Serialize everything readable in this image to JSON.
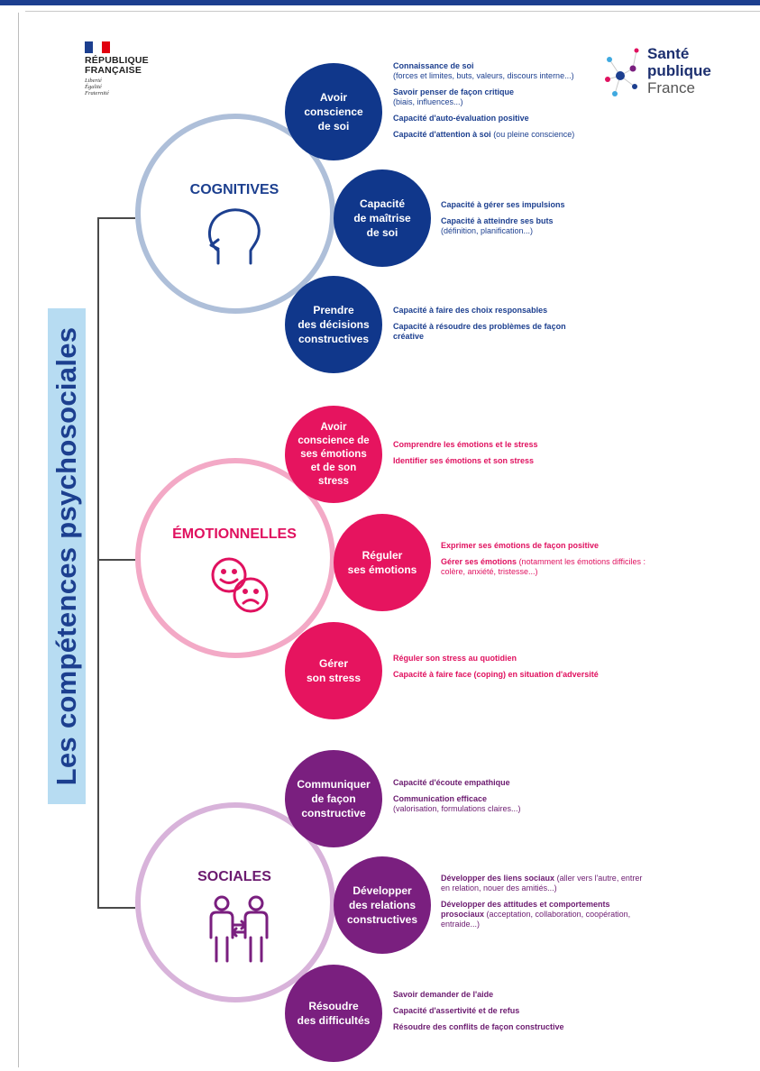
{
  "republique": {
    "title": "RÉPUBLIQUE\nFRANÇAISE",
    "motto": "Liberté\nÉgalité\nFraternité"
  },
  "sante_publique": {
    "line1": "Santé",
    "line2": "publique",
    "line3": "France"
  },
  "main_title": "Les compétences psychosociales",
  "colors": {
    "blue": "#1c3f8f",
    "red": "#e0115f",
    "purple": "#7a1f7f",
    "light_blue": "#b7dcf2"
  },
  "sections": [
    {
      "key": "cognitives",
      "label": "COGNITIVES",
      "icon": "head-profile-icon",
      "subs": [
        {
          "label": "Avoir\nconscience\nde soi",
          "items": [
            {
              "bold": "Connaissance de soi",
              "normal": "(forces et limites, buts, valeurs, discours interne...)"
            },
            {
              "bold": "Savoir penser de façon critique",
              "normal": "(biais, influences...)"
            },
            {
              "bold": "Capacité d'auto-évaluation positive",
              "normal": ""
            },
            {
              "bold": "Capacité d'attention à soi",
              "normal": "(ou pleine conscience)"
            }
          ]
        },
        {
          "label": "Capacité\nde maîtrise\nde soi",
          "items": [
            {
              "bold": "Capacité à gérer ses impulsions",
              "normal": ""
            },
            {
              "bold": "Capacité à atteindre ses buts",
              "normal": "(définition, planification...)"
            }
          ]
        },
        {
          "label": "Prendre\ndes décisions\nconstructives",
          "items": [
            {
              "bold": "Capacité à faire des choix responsables",
              "normal": ""
            },
            {
              "bold": "Capacité à résoudre des problèmes de façon créative",
              "normal": ""
            }
          ]
        }
      ]
    },
    {
      "key": "emotionnelles",
      "label": "ÉMOTIONNELLES",
      "icon": "happy-sad-faces-icon",
      "subs": [
        {
          "label": "Avoir\nconscience de\nses émotions\net de son\nstress",
          "items": [
            {
              "bold": "Comprendre les émotions et le stress",
              "normal": ""
            },
            {
              "bold": "Identifier ses émotions et son stress",
              "normal": ""
            }
          ]
        },
        {
          "label": "Réguler\nses émotions",
          "items": [
            {
              "bold": "Exprimer ses émotions de façon positive",
              "normal": ""
            },
            {
              "bold": "Gérer ses émotions",
              "normal": "(notamment les émotions difficiles : colère, anxiété, tristesse...)"
            }
          ]
        },
        {
          "label": "Gérer\nson stress",
          "items": [
            {
              "bold": "Réguler son stress au quotidien",
              "normal": ""
            },
            {
              "bold": "Capacité à faire face (coping) en situation d'adversité",
              "normal": ""
            }
          ]
        }
      ]
    },
    {
      "key": "sociales",
      "label": "SOCIALES",
      "icon": "two-people-exchange-icon",
      "subs": [
        {
          "label": "Communiquer\nde façon\nconstructive",
          "items": [
            {
              "bold": "Capacité d'écoute empathique",
              "normal": ""
            },
            {
              "bold": "Communication efficace",
              "normal": "(valorisation, formulations claires...)"
            }
          ]
        },
        {
          "label": "Développer\ndes relations\nconstructives",
          "items": [
            {
              "bold": "Développer des liens sociaux",
              "normal": "(aller vers l'autre, entrer en relation, nouer des amitiés...)"
            },
            {
              "bold": "Développer des attitudes et comportements prosociaux",
              "normal": "(acceptation, collaboration, coopération, entraide...)"
            }
          ]
        },
        {
          "label": "Résoudre\ndes difficultés",
          "items": [
            {
              "bold": "Savoir demander de l'aide",
              "normal": ""
            },
            {
              "bold": "Capacité d'assertivité et de refus",
              "normal": ""
            },
            {
              "bold": "Résoudre des conflits de façon constructive",
              "normal": ""
            }
          ]
        }
      ]
    }
  ]
}
